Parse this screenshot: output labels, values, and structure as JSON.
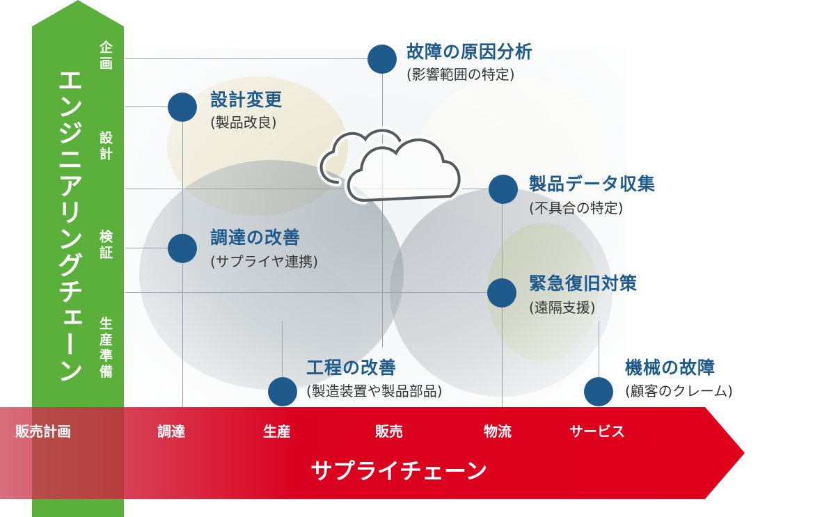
{
  "engineering_chain": {
    "title": "エンジニアリングチェーン",
    "stages": [
      "企画",
      "設計",
      "検証",
      "生産準備"
    ]
  },
  "supply_chain": {
    "title": "サプライチェーン",
    "stages": [
      "販売計画",
      "調達",
      "生産",
      "販売",
      "物流",
      "サービス"
    ]
  },
  "nodes": [
    {
      "title": "故障の原因分析",
      "subtitle": "(影響範囲の特定)"
    },
    {
      "title": "設計変更",
      "subtitle": "(製品改良)"
    },
    {
      "title": "製品データ収集",
      "subtitle": "(不具合の特定)"
    },
    {
      "title": "調達の改善",
      "subtitle": "(サプライヤ連携)"
    },
    {
      "title": "緊急復旧対策",
      "subtitle": "(遠隔支援)"
    },
    {
      "title": "工程の改善",
      "subtitle": "(製造装置や製品部品)"
    },
    {
      "title": "機械の故障",
      "subtitle": "(顧客のクレーム)"
    }
  ],
  "colors": {
    "engineering_green": "#5ab03a",
    "supply_red": "#d6001c",
    "node_blue": "#1f5a8c"
  },
  "icons": [
    "cloud-icon"
  ]
}
